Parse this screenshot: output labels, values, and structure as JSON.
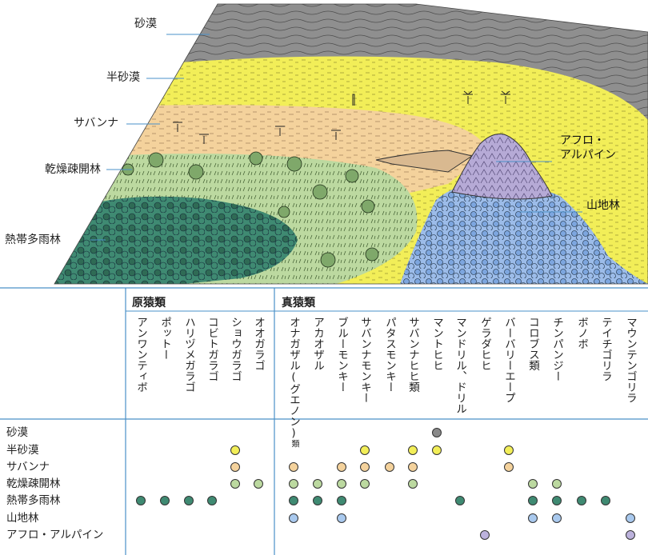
{
  "habitats": [
    {
      "key": "desert",
      "label": "砂漠",
      "color": "#8a8a8a"
    },
    {
      "key": "semidesert",
      "label": "半砂漠",
      "color": "#f2ee58"
    },
    {
      "key": "savanna",
      "label": "サバンナ",
      "color": "#f4d29c"
    },
    {
      "key": "dryforest",
      "label": "乾燥疎開林",
      "color": "#bcd9a0"
    },
    {
      "key": "rainforest",
      "label": "熱帯多雨林",
      "color": "#3f8a72"
    },
    {
      "key": "montane",
      "label": "山地林",
      "color": "#a9c9ee"
    },
    {
      "key": "afroalpine",
      "label": "アフロ・アルパイン",
      "color": "#bcb2dc"
    }
  ],
  "mountain_labels": {
    "afroalpine_line1": "アフロ・",
    "afroalpine_line2": "アルパイン",
    "montane": "山地林"
  },
  "groups": {
    "prosimians": "原猿類",
    "simians": "真猿類"
  },
  "species": [
    {
      "name": "アンワンティボ",
      "sub": ""
    },
    {
      "name": "ポットー",
      "sub": ""
    },
    {
      "name": "ハリヅメガラゴ",
      "sub": ""
    },
    {
      "name": "コビトガラゴ",
      "sub": ""
    },
    {
      "name": "ショウガラゴ",
      "sub": ""
    },
    {
      "name": "オオガラゴ",
      "sub": ""
    },
    {
      "name": "オナガザル(グエノン)",
      "sub": "類"
    },
    {
      "name": "アカオザル",
      "sub": ""
    },
    {
      "name": "ブルーモンキー",
      "sub": ""
    },
    {
      "name": "サバンナモンキー",
      "sub": ""
    },
    {
      "name": "パタスモンキー",
      "sub": ""
    },
    {
      "name": "サバンナヒヒ類",
      "sub": ""
    },
    {
      "name": "マントヒヒ",
      "sub": ""
    },
    {
      "name": "マンドリル、ドリル",
      "sub": ""
    },
    {
      "name": "ゲラダヒヒ",
      "sub": ""
    },
    {
      "name": "バーバリーエープ",
      "sub": ""
    },
    {
      "name": "コロブス類",
      "sub": ""
    },
    {
      "name": "チンパンジー",
      "sub": ""
    },
    {
      "name": "ボノボ",
      "sub": ""
    },
    {
      "name": "テイチゴリラ",
      "sub": ""
    },
    {
      "name": "マウンテンゴリラ",
      "sub": ""
    }
  ],
  "occurrence": {
    "desert": [
      12
    ],
    "semidesert": [
      4,
      9,
      11,
      12,
      15
    ],
    "savanna": [
      4,
      6,
      8,
      9,
      10,
      11,
      15
    ],
    "dryforest": [
      4,
      5,
      6,
      7,
      8,
      9,
      11,
      16,
      17
    ],
    "rainforest": [
      0,
      1,
      2,
      3,
      6,
      7,
      8,
      13,
      16,
      17,
      18,
      19
    ],
    "montane": [
      6,
      8,
      16,
      17,
      20
    ],
    "afroalpine": [
      14,
      20
    ]
  }
}
